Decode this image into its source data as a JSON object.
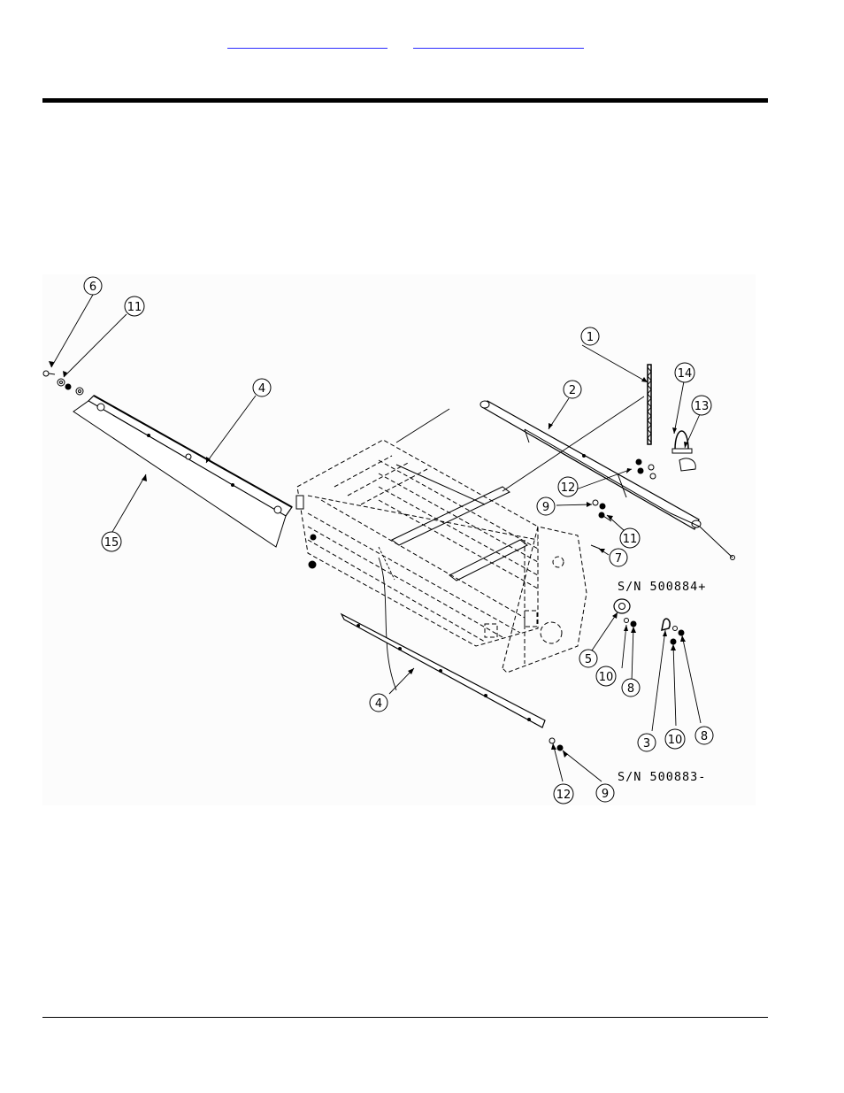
{
  "links": [
    {
      "label": ""
    },
    {
      "label": ""
    }
  ],
  "callouts": [
    "6",
    "11",
    "4",
    "15",
    "1",
    "2",
    "14",
    "13",
    "12",
    "9",
    "11",
    "7",
    "5",
    "10",
    "8",
    "3",
    "10",
    "8",
    "4",
    "12",
    "9"
  ],
  "serials": {
    "upper": "S/N 500884+",
    "lower": "S/N 500883-"
  },
  "colors": {
    "link": "#2a2aff",
    "line": "#000000"
  }
}
